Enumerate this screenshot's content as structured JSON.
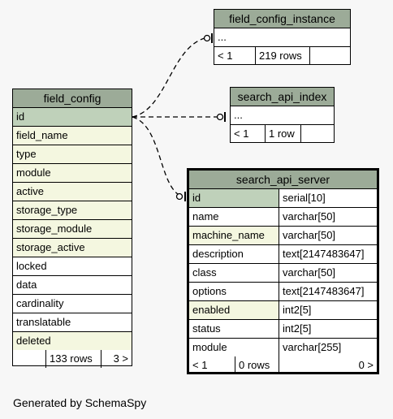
{
  "field_config_instance": {
    "name": "field_config_instance",
    "col": "...",
    "stat_left": "< 1",
    "stat_rows": "219 rows"
  },
  "search_api_index": {
    "name": "search_api_index",
    "col": "...",
    "stat_left": "< 1",
    "stat_rows": "1 row"
  },
  "field_config": {
    "name": "field_config",
    "columns": [
      "id",
      "field_name",
      "type",
      "module",
      "active",
      "storage_type",
      "storage_module",
      "storage_active",
      "locked",
      "data",
      "cardinality",
      "translatable",
      "deleted"
    ],
    "stat_rows": "133 rows",
    "stat_right": "3 >"
  },
  "search_api_server": {
    "name": "search_api_server",
    "columns": [
      {
        "name": "id",
        "type": "serial[10]"
      },
      {
        "name": "name",
        "type": "varchar[50]"
      },
      {
        "name": "machine_name",
        "type": "varchar[50]"
      },
      {
        "name": "description",
        "type": "text[2147483647]"
      },
      {
        "name": "class",
        "type": "varchar[50]"
      },
      {
        "name": "options",
        "type": "text[2147483647]"
      },
      {
        "name": "enabled",
        "type": "int2[5]"
      },
      {
        "name": "status",
        "type": "int2[5]"
      },
      {
        "name": "module",
        "type": "varchar[255]"
      }
    ],
    "stat_left": "< 1",
    "stat_rows": "0 rows",
    "stat_right": "0 >"
  },
  "footer": "Generated by SchemaSpy"
}
